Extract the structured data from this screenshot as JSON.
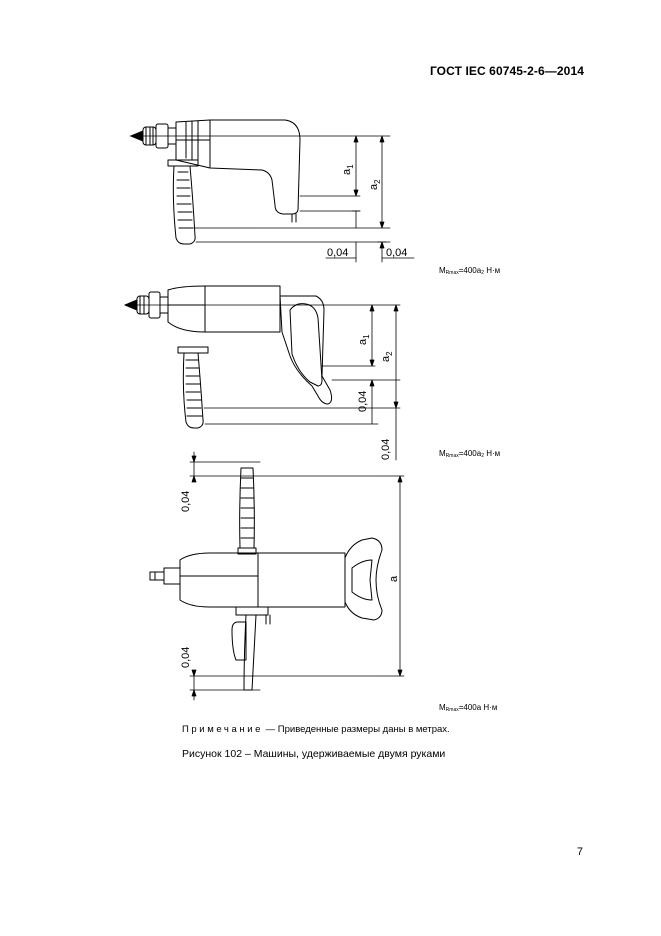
{
  "header": {
    "standard_id": "ГОСТ IEC 60745-2-6—2014"
  },
  "figure": {
    "moment_label_1": {
      "prefix": "M",
      "sub": "Rmax",
      "suffix": "=400a",
      "sub2": "2",
      "unit": " Н·м"
    },
    "moment_label_2": {
      "prefix": "M",
      "sub": "Rmax",
      "suffix": "=400a",
      "sub2": "2",
      "unit": " Н·м"
    },
    "moment_label_3": {
      "prefix": "M",
      "sub": "Rmax",
      "suffix": "=400a",
      "unit": " Н·м"
    },
    "dims": {
      "a1_base": "a",
      "a1_sub": "1",
      "a2_base": "a",
      "a2_sub": "2",
      "a": "a",
      "d004": "0,04"
    }
  },
  "note": {
    "label": "Примечание",
    "text": " — Приведенные размеры даны в метрах."
  },
  "caption": "Рисунок 102 – Машины, удерживаемые двумя руками",
  "page_number": "7"
}
